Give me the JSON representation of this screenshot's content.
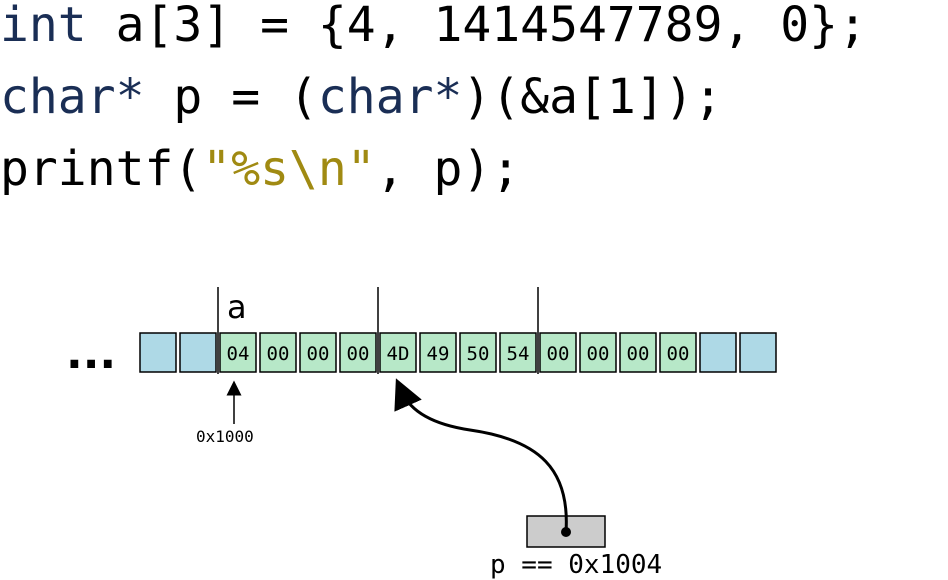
{
  "code": {
    "line1": {
      "kw": "int",
      "rest": " a[3] = {4, 1414547789, 0};"
    },
    "line2": {
      "kw1": "char*",
      "mid": " p = (",
      "kw2": "char*",
      "rest": ")(&a[1]);"
    },
    "line3": {
      "pre": "printf(",
      "str": "\"%s\\n\"",
      "post": ", p);"
    }
  },
  "memory": {
    "ellipsis": "...",
    "array_label": "a",
    "array_bytes": [
      "04",
      "00",
      "00",
      "00",
      "4D",
      "49",
      "50",
      "54",
      "00",
      "00",
      "00",
      "00"
    ],
    "outside_cells_before": 2,
    "outside_cells_after": 2,
    "base_address": "0x1000",
    "pointer_label": "p == 0x1004"
  },
  "colors": {
    "array_cell": "#b7e8c8",
    "outside_cell": "#aed9e6",
    "pointer_box": "#cccccc",
    "keyword": "#1a2e55",
    "string": "#a08a12"
  }
}
